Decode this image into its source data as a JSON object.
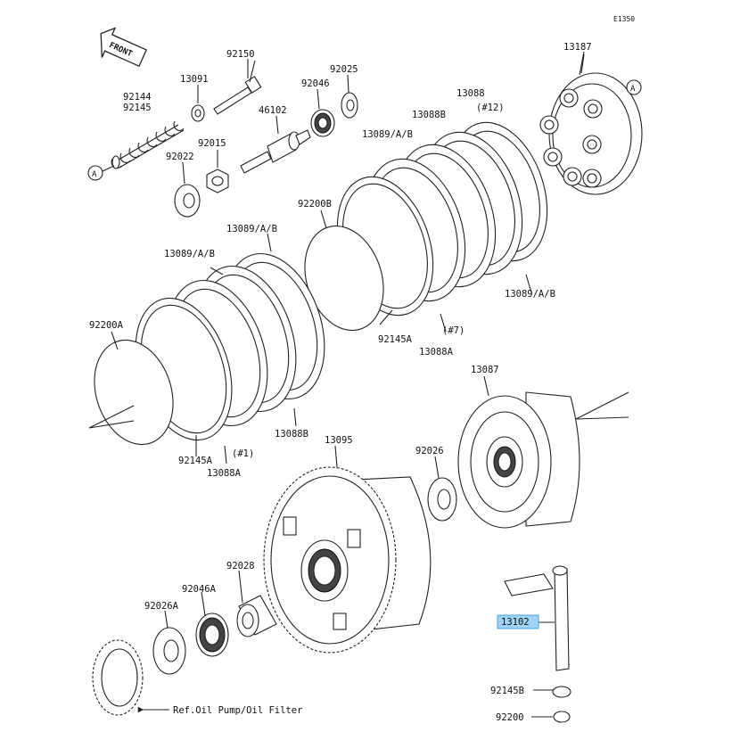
{
  "diagram": {
    "code": "E1350",
    "front_label": "FRONT",
    "ref_text": "Ref.Oil Pump/Oil Filter",
    "ref_marks": [
      "A",
      "A"
    ],
    "highlight_color": "#9fd3f7",
    "labels": {
      "p92150": "92150",
      "p13091": "13091",
      "p92144": "92144",
      "p92145": "92145",
      "p92015": "92015",
      "p92022": "92022",
      "p46102": "46102",
      "p92046": "92046",
      "p92025": "92025",
      "p13088": "13088",
      "p12": "(#12)",
      "p13088B_top": "13088B",
      "p13089_top": "13089/A/B",
      "p13187": "13187",
      "p92200B": "92200B",
      "p13089_mid": "13089/A/B",
      "p13089_left": "13089/A/B",
      "p13089_right": "13089/A/B",
      "p92200A": "92200A",
      "p92145A_mid": "92145A",
      "p7": "(#7)",
      "p13088A_mid": "13088A",
      "p13087": "13087",
      "p13088B_low": "13088B",
      "p13095": "13095",
      "p92026": "92026",
      "p92145A_low": "92145A",
      "p1": "(#1)",
      "p13088A_low": "13088A",
      "p92028": "92028",
      "p92046A": "92046A",
      "p92026A": "92026A",
      "p13102": "13102",
      "p92145B": "92145B",
      "p92200": "92200"
    }
  }
}
